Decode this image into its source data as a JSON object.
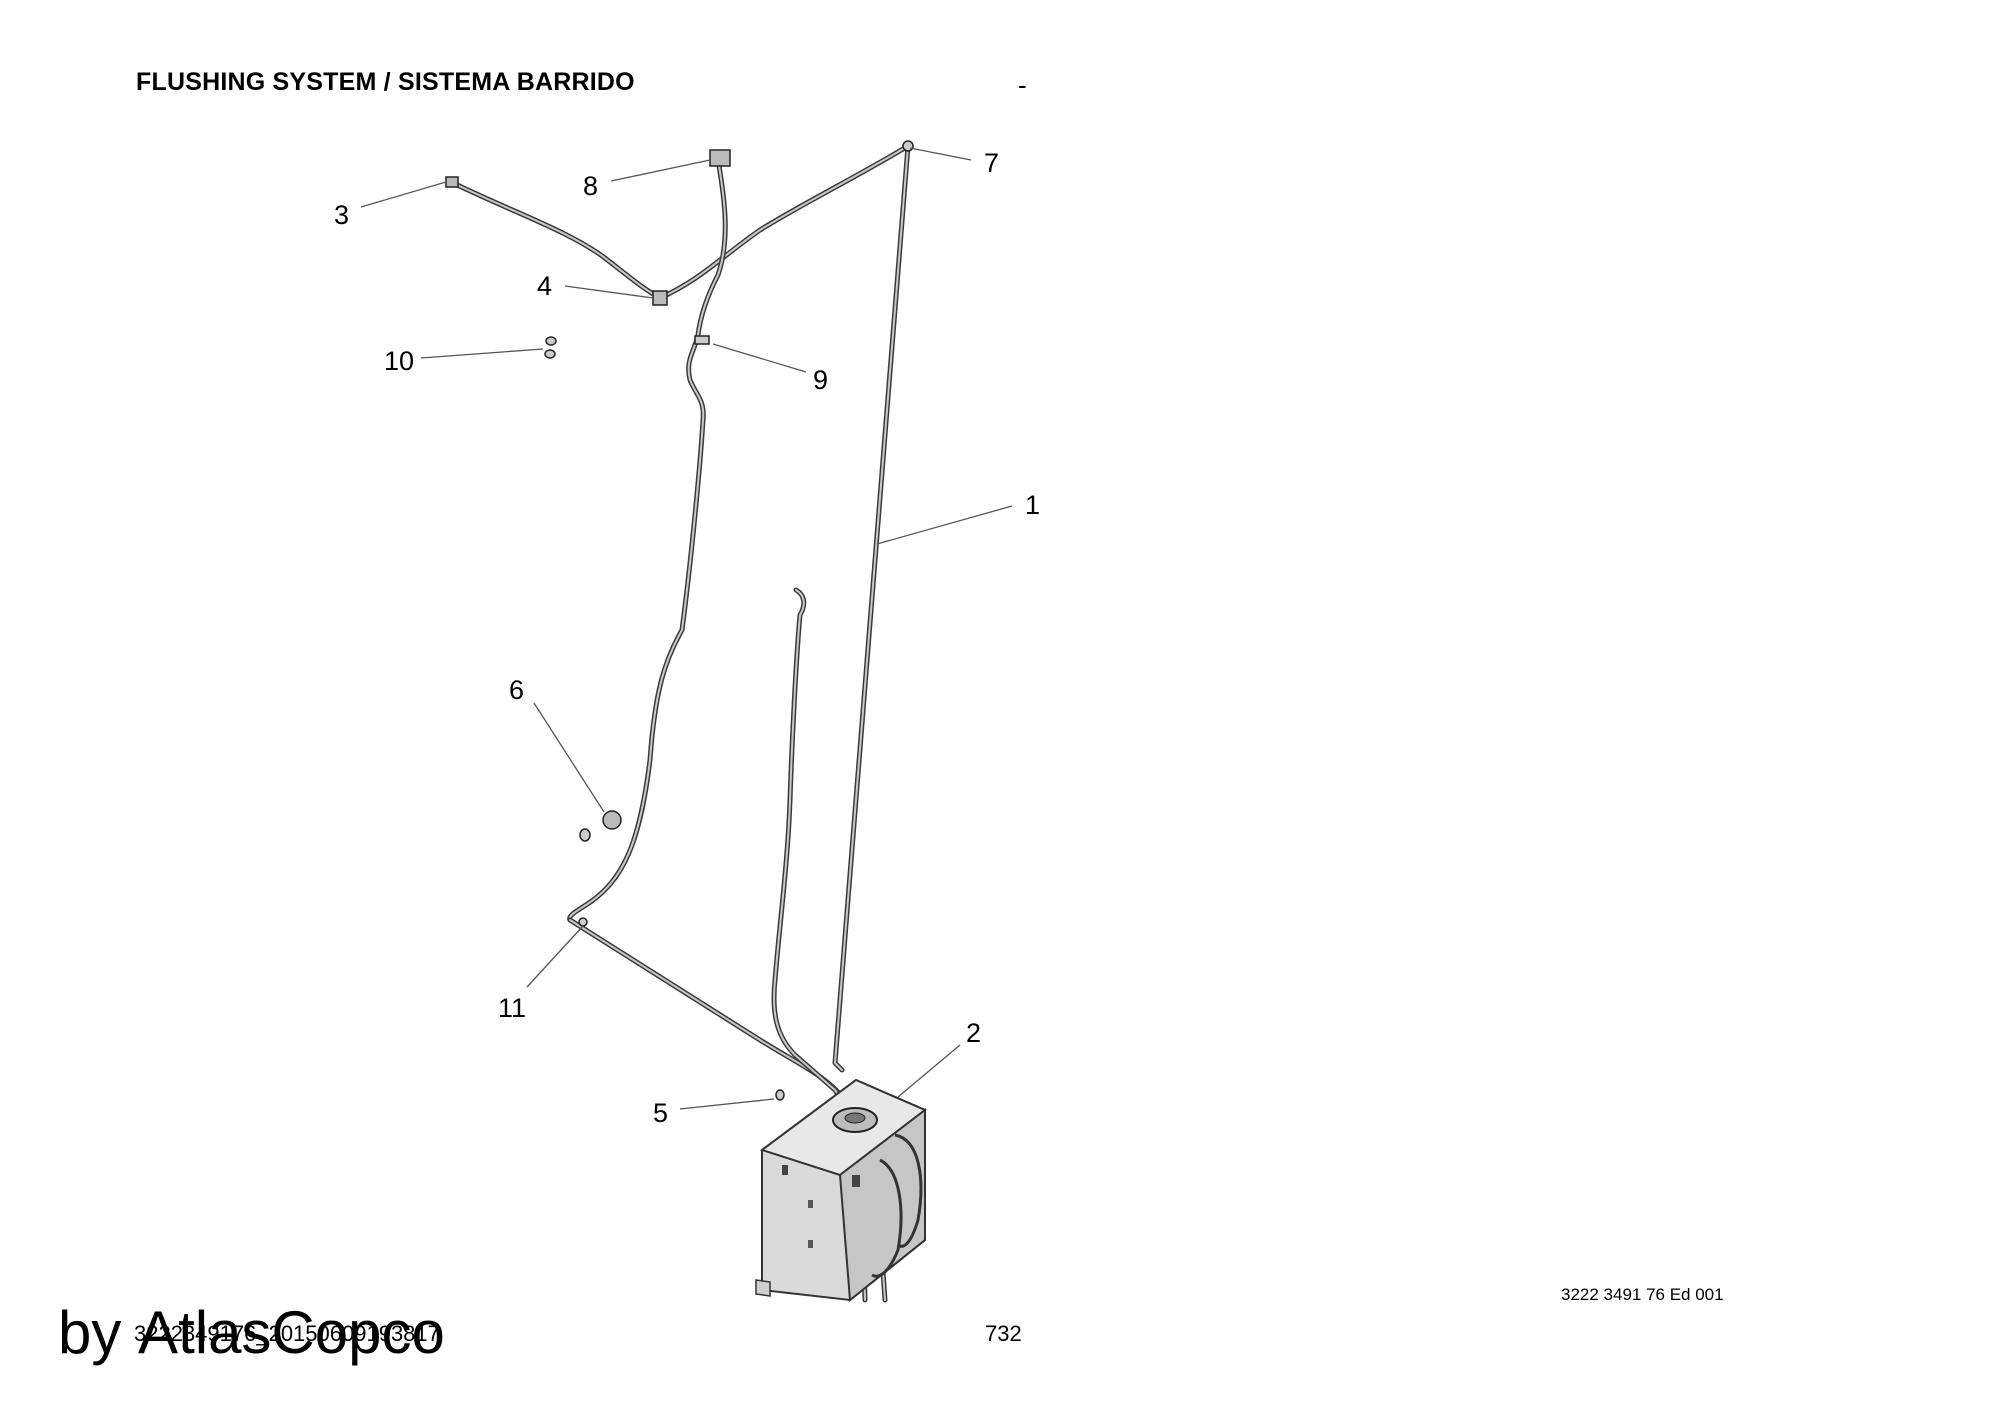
{
  "header": {
    "title": "FLUSHING SYSTEM / SISTEMA BARRIDO",
    "dash": "-"
  },
  "footer": {
    "doc_code": "3222 3491 76 Ed 001",
    "page_number": "732",
    "file_id": "3222349176_20150609193817",
    "watermark_prefix": "by",
    "watermark_brand": "AtlasCopco"
  },
  "callouts": {
    "c1": "1",
    "c2": "2",
    "c3": "3",
    "c4": "4",
    "c5": "5",
    "c6": "6",
    "c7": "7",
    "c8": "8",
    "c9": "9",
    "c10": "10",
    "c11": "11"
  },
  "colors": {
    "line": "#3a3a3a",
    "tank_fill": "#d6d6d6",
    "text": "#000000"
  }
}
